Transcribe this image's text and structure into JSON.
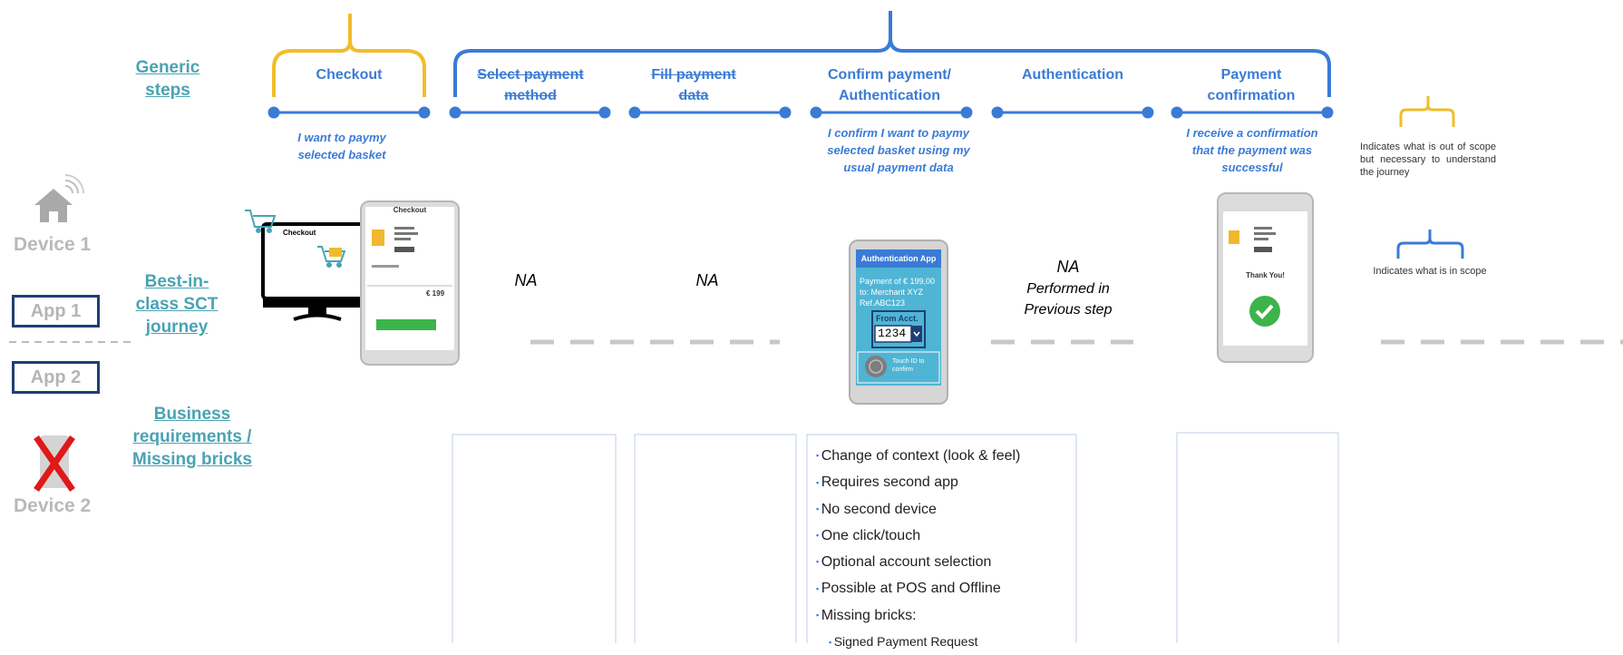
{
  "rows": {
    "generic": "Generic steps",
    "journey": "Best-in-class SCT journey",
    "business": "Business requirements / Missing bricks"
  },
  "devices": {
    "device1": "Device 1",
    "device2": "Device 2",
    "app1": "App 1",
    "app2": "App 2"
  },
  "steps": [
    {
      "label": "Checkout",
      "strike": false
    },
    {
      "label": "Select payment method",
      "strike": true
    },
    {
      "label": "Fill payment data",
      "strike": true
    },
    {
      "label": "Confirm payment/ Authentication",
      "strike": false
    },
    {
      "label": "Authentication",
      "strike": false
    },
    {
      "label": "Payment confirmation",
      "strike": false
    }
  ],
  "descriptions": {
    "checkout": "I want to paymy selected basket",
    "confirm": "I confirm I want to paymy selected basket using my usual payment data",
    "confirmation": "I receive a confirmation that the payment was successful"
  },
  "na": {
    "select": "NA",
    "fill": "NA",
    "auth_na": "NA",
    "auth_note": "Performed in Previous step"
  },
  "legend": {
    "out_of_scope": "Indicates what is out of scope but necessary to understand the journey",
    "in_scope": "Indicates what is in scope"
  },
  "mockups": {
    "checkout_screen_title": "Checkout",
    "monitor_title": "Checkout",
    "checkout_total": "€ 199",
    "auth_app_title": "Authentication App",
    "auth_payment": "Payment of € 199,00",
    "auth_merchant": "to: Merchant XYZ",
    "auth_ref": "Ref.ABC123",
    "auth_from": "From Acct.",
    "auth_acct": "1234",
    "auth_touch": "Touch ID to confirm",
    "thanks": "Thank You!"
  },
  "requirements": [
    "Change of context (look & feel)",
    "Requires second app",
    "No second device",
    "One click/touch",
    "Optional account selection",
    "Possible at POS and Offline",
    "Missing bricks:"
  ],
  "sub_requirements": [
    "Signed Payment Request"
  ],
  "colors": {
    "out_of_scope": "#f0bd2a",
    "in_scope": "#3a7bd5",
    "row_label": "#4aa3b3",
    "success": "#3cb44a",
    "app_blue": "#4fb5d4"
  }
}
